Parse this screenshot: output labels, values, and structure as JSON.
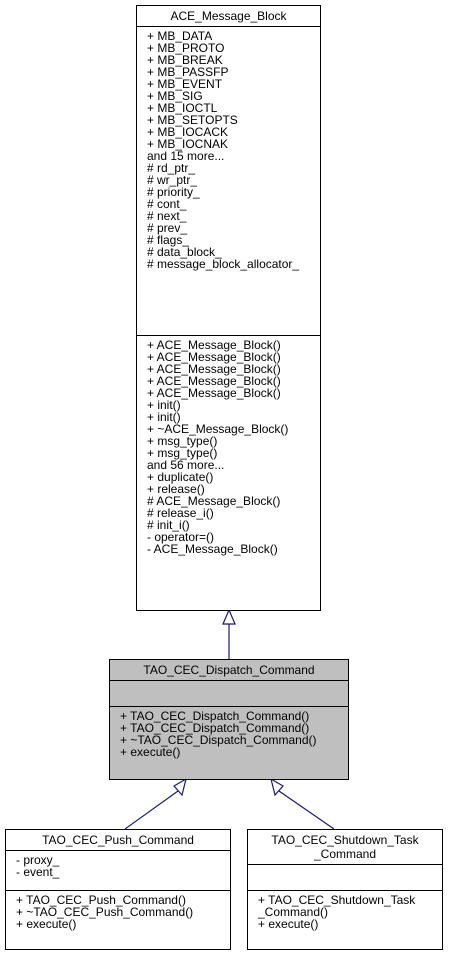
{
  "classes": {
    "ace_message_block": {
      "name": [
        "ACE_Message_Block"
      ],
      "attributes": [
        "+ MB_DATA",
        "+ MB_PROTO",
        "+ MB_BREAK",
        "+ MB_PASSFP",
        "+ MB_EVENT",
        "+ MB_SIG",
        "+ MB_IOCTL",
        "+ MB_SETOPTS",
        "+ MB_IOCACK",
        "+ MB_IOCNAK",
        "and 15 more...",
        "# rd_ptr_",
        "# wr_ptr_",
        "# priority_",
        "# cont_",
        "# next_",
        "# prev_",
        "# flags_",
        "# data_block_",
        "# message_block_allocator_"
      ],
      "methods": [
        "+ ACE_Message_Block()",
        "+ ACE_Message_Block()",
        "+ ACE_Message_Block()",
        "+ ACE_Message_Block()",
        "+ ACE_Message_Block()",
        "+ init()",
        "+ init()",
        "+ ~ACE_Message_Block()",
        "+ msg_type()",
        "+ msg_type()",
        "and 56 more...",
        "+ duplicate()",
        "+ release()",
        "# ACE_Message_Block()",
        "# release_i()",
        "# init_i()",
        "- operator=()",
        "- ACE_Message_Block()"
      ]
    },
    "dispatch_command": {
      "name": [
        "TAO_CEC_Dispatch_Command"
      ],
      "attributes": [],
      "methods": [
        "+ TAO_CEC_Dispatch_Command()",
        "+ TAO_CEC_Dispatch_Command()",
        "+ ~TAO_CEC_Dispatch_Command()",
        "+ execute()"
      ]
    },
    "push_command": {
      "name": [
        "TAO_CEC_Push_Command"
      ],
      "attributes": [
        "- proxy_",
        "- event_"
      ],
      "methods": [
        "+ TAO_CEC_Push_Command()",
        "+ ~TAO_CEC_Push_Command()",
        "+ execute()"
      ]
    },
    "shutdown_task_command": {
      "name": [
        "TAO_CEC_Shutdown_Task",
        "_Command"
      ],
      "attributes": [],
      "methods": [
        "+ TAO_CEC_Shutdown_Task",
        "_Command()",
        "+ execute()"
      ]
    }
  },
  "colors": {
    "edge": "#191970",
    "highlight": "#bfbfbf",
    "border": "#000000"
  }
}
